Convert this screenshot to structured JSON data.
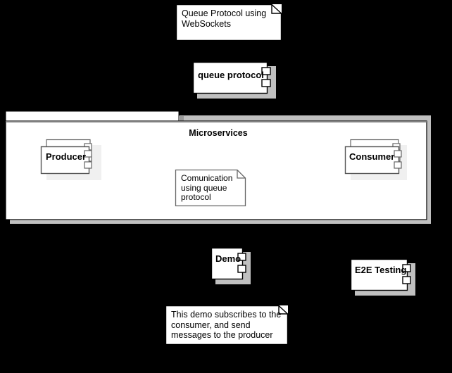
{
  "diagram": {
    "type": "uml-component-diagram",
    "background_color": "#000000",
    "shape_fill": "#ffffff",
    "line_color": "#000000",
    "connector_color": "#808080",
    "shadow_color": "#c0c0c0"
  },
  "notes": {
    "queue_protocol_note": "Queue Protocol using\nWebSockets",
    "comunication_note": "Comunication\nusing queue\nprotocol",
    "demo_note": "This demo subscribes to the\nconsumer, and send\nmessages to the producer"
  },
  "package": {
    "title": "Microservices"
  },
  "components": {
    "queue_protocol": "queue protocol",
    "producer": "Producer",
    "consumer": "Consumer",
    "demo": "Demo",
    "e2e_testing": "E2E Testing"
  }
}
